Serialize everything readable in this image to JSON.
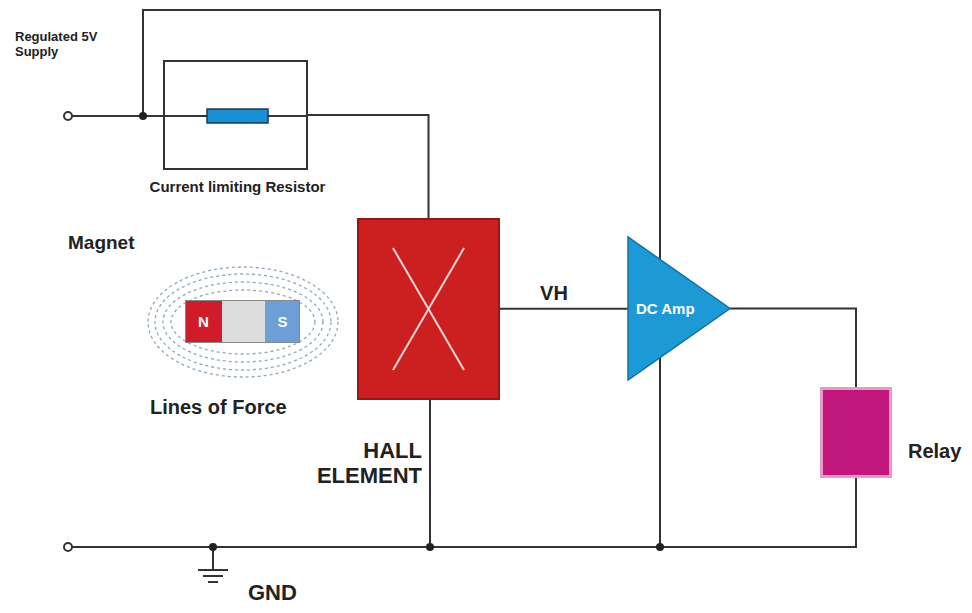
{
  "diagram": {
    "nodes": [
      {
        "text": [
          "Current limiting Resistor"
        ]
      },
      {
        "text": [
          "N",
          "S"
        ]
      },
      {
        "text": [
          "HALL ELEMENT"
        ]
      },
      {
        "text": [
          "DC Amp"
        ]
      },
      {
        "text": [
          "Relay"
        ]
      }
    ],
    "edges": [
      {
        "from": 0,
        "to": 2,
        "arrow": "none"
      },
      {
        "from": 2,
        "to": 3,
        "label": "VH",
        "arrow": "none"
      },
      {
        "from": 3,
        "to": 4,
        "arrow": "none"
      }
    ],
    "labels": [
      "Regulated 5V Supply",
      "Magnet",
      "Lines of Force",
      "GND"
    ]
  }
}
